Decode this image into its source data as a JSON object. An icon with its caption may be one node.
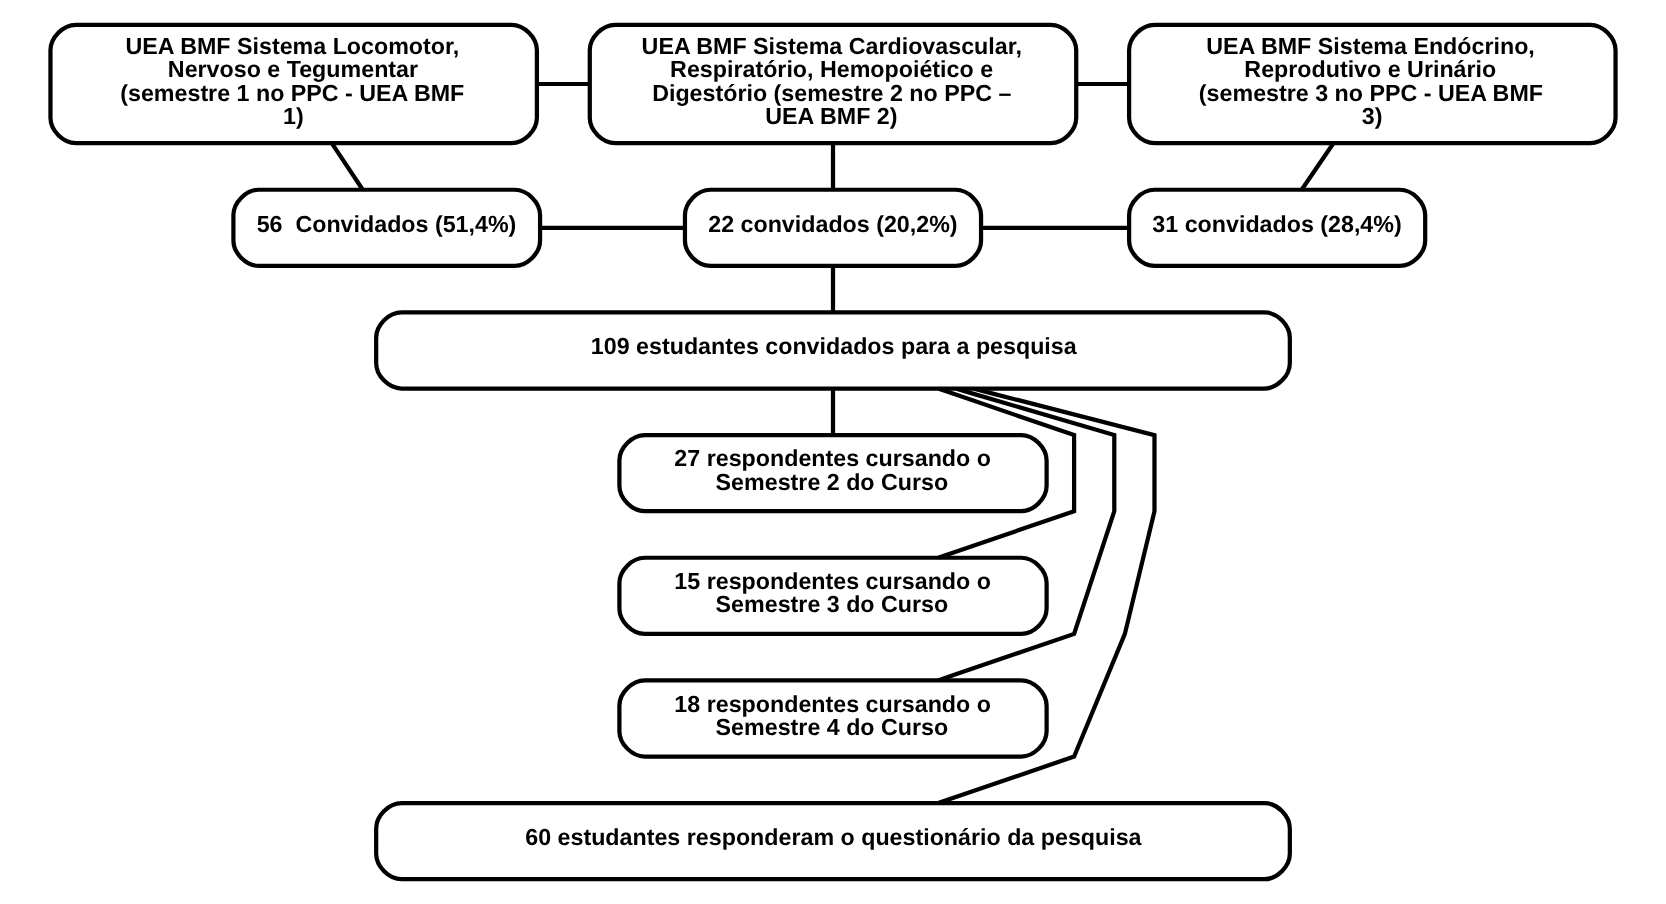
{
  "diagram": {
    "nodes": [
      {
        "text": [
          "UEA BMF Sistema Locomotor, Nervoso e Tegumentar (semestre 1 no PPC - UEA BMF 1)"
        ]
      },
      {
        "text": [
          "UEA BMF Sistema Cardiovascular, Respiratório, Hemopoiético e Digestório (semestre 2 no PPC – UEA BMF 2)"
        ]
      },
      {
        "text": [
          "UEA BMF Sistema Endócrino, Reprodutivo e Urinário (semestre 3 no PPC - UEA BMF 3)"
        ]
      },
      {
        "text": [
          "56  Convidados (51,4%)"
        ]
      },
      {
        "text": [
          "22 convidados (20,2%)"
        ]
      },
      {
        "text": [
          "31 convidados (28,4%)"
        ]
      },
      {
        "text": [
          "109 estudantes convidados para a pesquisa"
        ]
      },
      {
        "text": [
          "27 respondentes cursando o Semestre 2 do Curso"
        ]
      },
      {
        "text": [
          "15 respondentes cursando o Semestre 3 do Curso"
        ]
      },
      {
        "text": [
          "18 respondentes cursando o Semestre 4 do Curso"
        ]
      },
      {
        "text": [
          "60 estudantes responderam o questionário da pesquisa"
        ]
      }
    ],
    "edges": [
      {
        "from": 0,
        "to": 1,
        "arrow": "none"
      },
      {
        "from": 1,
        "to": 2,
        "arrow": "none"
      },
      {
        "from": 0,
        "to": 3,
        "arrow": "none"
      },
      {
        "from": 1,
        "to": 4,
        "arrow": "none"
      },
      {
        "from": 2,
        "to": 5,
        "arrow": "none"
      },
      {
        "from": 3,
        "to": 4,
        "arrow": "none"
      },
      {
        "from": 4,
        "to": 5,
        "arrow": "none"
      },
      {
        "from": 4,
        "to": 6,
        "arrow": "none"
      },
      {
        "from": 6,
        "to": 7,
        "arrow": "none"
      },
      {
        "from": 6,
        "to": 8,
        "arrow": "none"
      },
      {
        "from": 6,
        "to": 9,
        "arrow": "none"
      },
      {
        "from": 6,
        "to": 10,
        "arrow": "none"
      }
    ]
  }
}
